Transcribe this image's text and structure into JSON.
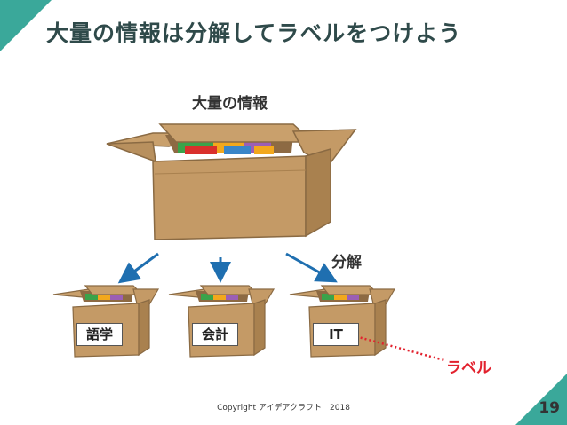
{
  "title": "大量の情報は分解してラベルをつけよう",
  "big_box_label": "大量の情報",
  "split_label": "分解",
  "boxes": [
    {
      "tag": "語学"
    },
    {
      "tag": "会計"
    },
    {
      "tag": "IT"
    }
  ],
  "label_note": "ラベル",
  "footer": {
    "copyright": "Copyright アイデアクラフト　2018",
    "page": "19"
  },
  "colors": {
    "accent": "#3aa89a",
    "box": "#c49a66",
    "label_red": "#e2222e",
    "arrow": "#1f6fb0"
  }
}
